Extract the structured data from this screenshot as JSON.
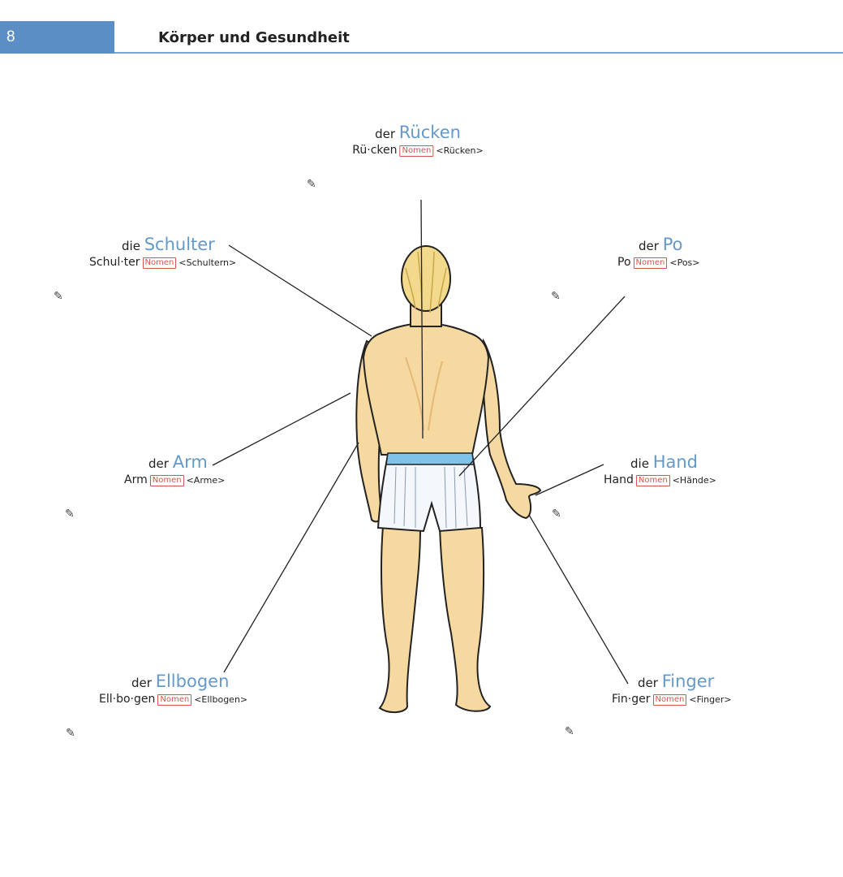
{
  "header": {
    "page_number": "8",
    "chapter_title": "Körper und Gesundheit"
  },
  "labels": [
    {
      "id": "ruecken",
      "article": "der",
      "noun": "Rücken",
      "syllables": "Rü·cken",
      "tag": "Nomen",
      "plural": "<Rücken>"
    },
    {
      "id": "schulter",
      "article": "die",
      "noun": "Schulter",
      "syllables": "Schul·ter",
      "tag": "Nomen",
      "plural": "<Schultern>"
    },
    {
      "id": "po",
      "article": "der",
      "noun": "Po",
      "syllables": "Po",
      "tag": "Nomen",
      "plural": "<Pos>"
    },
    {
      "id": "arm",
      "article": "der",
      "noun": "Arm",
      "syllables": "Arm",
      "tag": "Nomen",
      "plural": "<Arme>"
    },
    {
      "id": "hand",
      "article": "die",
      "noun": "Hand",
      "syllables": "Hand",
      "tag": "Nomen",
      "plural": "<Hände>"
    },
    {
      "id": "ellbogen",
      "article": "der",
      "noun": "Ellbogen",
      "syllables": "Ell·bo·gen",
      "tag": "Nomen",
      "plural": "<Ellbogen>"
    },
    {
      "id": "finger",
      "article": "der",
      "noun": "Finger",
      "syllables": "Fin·ger",
      "tag": "Nomen",
      "plural": "<Finger>"
    }
  ],
  "colors": {
    "accent": "#5b8ec4",
    "noun": "#6499c9",
    "tag": "#d9534f",
    "skin": "#f6d9a0",
    "hair": "#f2d98c",
    "shorts_band": "#7ec3e8"
  },
  "icons": {
    "edit": "pencil-icon"
  }
}
